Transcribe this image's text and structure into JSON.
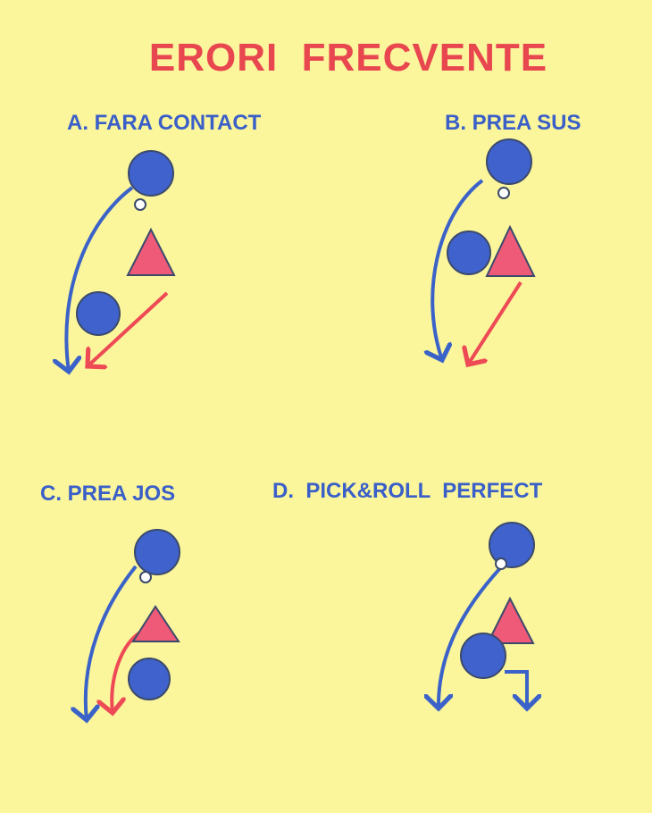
{
  "title": "ERORI  FRECVENTE",
  "panels": [
    {
      "label": "A. FARA CONTACT"
    },
    {
      "label": "B. PREA SUS"
    },
    {
      "label": "C. PREA JOS"
    },
    {
      "label": "D.  PICK&ROLL  PERFECT"
    }
  ],
  "colors": {
    "background": "#fbf59c",
    "player": "#3f62cc",
    "defender": "#ee5a78",
    "arrow_red": "#ee4a55",
    "text_blue": "#3a5fc8",
    "title_red": "#e8474f"
  }
}
